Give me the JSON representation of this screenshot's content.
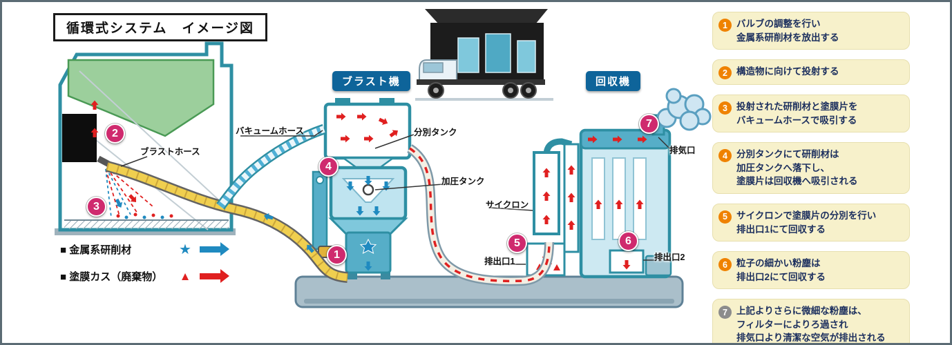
{
  "title": "循環式システム　イメージ図",
  "badges": {
    "blast": "ブラスト機",
    "recovery": "回収機"
  },
  "labels": {
    "vacuum_hose": "バキュームホース",
    "blast_hose": "ブラストホース",
    "separation_tank": "分別タンク",
    "pressure_tank": "加圧タンク",
    "cyclone": "サイクロン",
    "outlet1": "排出口1",
    "outlet2": "排出口2",
    "exhaust": "排気口"
  },
  "markers": [
    "1",
    "2",
    "3",
    "4",
    "5",
    "6",
    "7"
  ],
  "legend": {
    "items": [
      {
        "label": "■ 金属系研削材",
        "symbol": "★",
        "color": "#1f8ac0"
      },
      {
        "label": "■ 塗膜カス（廃棄物）",
        "symbol": "▲",
        "color": "#e02020"
      }
    ]
  },
  "steps": [
    {
      "num": "1",
      "text": "バルブの調整を行い\n金属系研削材を放出する"
    },
    {
      "num": "2",
      "text": "構造物に向けて投射する"
    },
    {
      "num": "3",
      "text": "投射された研削材と塗膜片を\nバキュームホースで吸引する"
    },
    {
      "num": "4",
      "text": "分別タンクにて研削材は\n加圧タンクへ落下し、\n塗膜片は回収機へ吸引される"
    },
    {
      "num": "5",
      "text": "サイクロンで塗膜片の分別を行い\n排出口1にて回収する"
    },
    {
      "num": "6",
      "text": "粒子の細かい粉塵は\n排出口2にて回収する"
    },
    {
      "num": "7",
      "text": "上記よりさらに微細な粉塵は、\nフィルターによりろ過され\n排気口より清潔な空気が排出される"
    }
  ],
  "colors": {
    "marker_magenta": "#cf2a6e",
    "machine_teal": "#2e8fa3",
    "step_box_bg": "#f7f1cb",
    "step_number_orange": "#ef8200",
    "step_number_gray": "#8c8c8c",
    "flow_red": "#e02020",
    "flow_blue": "#1f8ac0",
    "hose_yellow": "#f0cf4f",
    "badge_blue": "#0e649a"
  }
}
